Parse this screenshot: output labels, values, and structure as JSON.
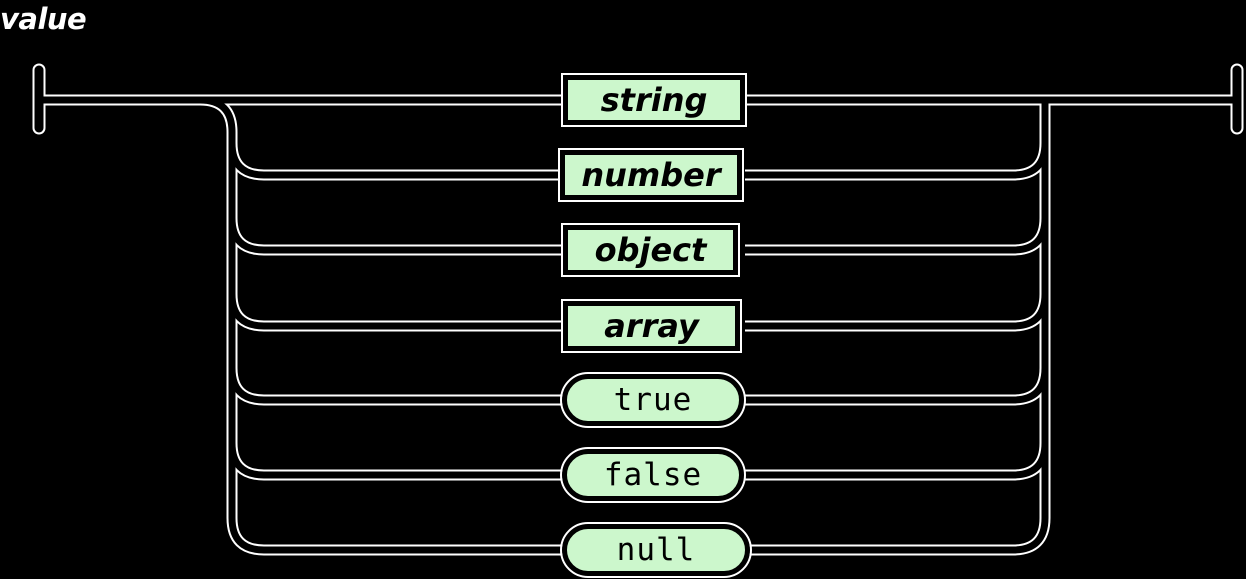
{
  "diagram": {
    "title": "value",
    "kind": "railroad-syntax-diagram",
    "background_color": "#000000",
    "rail_color": "#ffffff",
    "node_fill_color": "#ccf7cc",
    "node_border_color": "#000000",
    "node_text_color": "#000000",
    "title_color": "#ffffff"
  },
  "alternatives": [
    {
      "label": "string",
      "type": "nonterminal",
      "shape": "rect",
      "row": 1
    },
    {
      "label": "number",
      "type": "nonterminal",
      "shape": "rect",
      "row": 2
    },
    {
      "label": "object",
      "type": "nonterminal",
      "shape": "rect",
      "row": 3
    },
    {
      "label": "array",
      "type": "nonterminal",
      "shape": "rect",
      "row": 4
    },
    {
      "label": "true",
      "type": "terminal",
      "shape": "stadium",
      "row": 5
    },
    {
      "label": "false",
      "type": "terminal",
      "shape": "stadium",
      "row": 6
    },
    {
      "label": "null",
      "type": "terminal",
      "shape": "stadium",
      "row": 7
    }
  ],
  "endpoints": {
    "start_label": "start-bar",
    "end_label": "end-bar"
  }
}
